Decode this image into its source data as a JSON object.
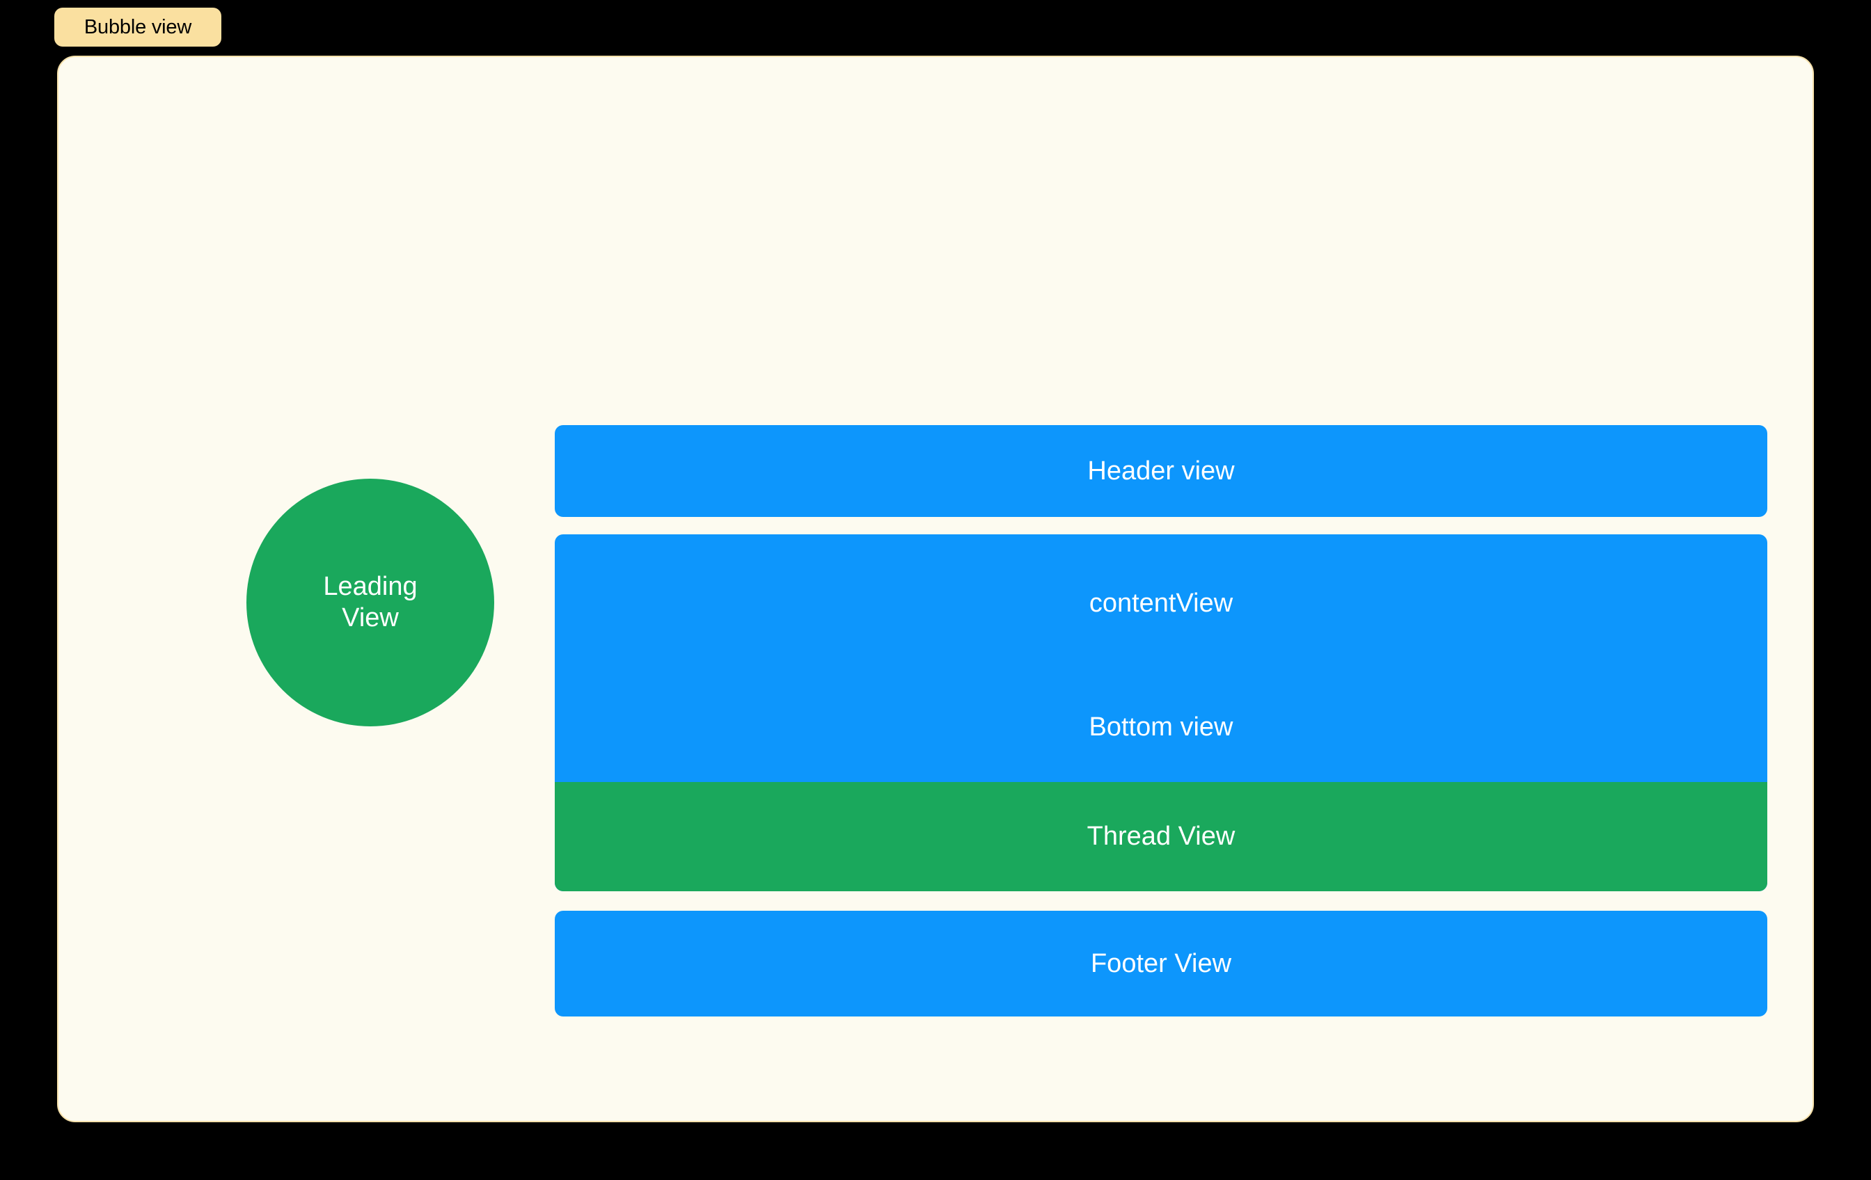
{
  "page": {
    "background_color": "#000000",
    "annotation_label": "Bubble view"
  },
  "palette": {
    "page_background": "#000000",
    "badge_background": "#FAE0A0",
    "badge_text": "#000000",
    "container_background": "#FDFBF0",
    "container_border": "#F6E1AB",
    "blue": "#0D96FC",
    "green": "#1AA85C",
    "on_color_text": "#FFFFFF"
  },
  "bubble": {
    "leading_view": {
      "label_line_1": "Leading",
      "label_line_2": "View",
      "shape": "circle",
      "color": "#1AA85C"
    },
    "blocks": [
      {
        "id": "header-view",
        "label": "Header view",
        "color": "#0D96FC",
        "shape": "rounded-rect"
      },
      {
        "id": "content-view",
        "label": "contentView",
        "color": "#0D96FC",
        "shape": "rounded-rect",
        "children": [
          {
            "id": "bottom-view",
            "label": "Bottom view",
            "color": "#0D96FC"
          },
          {
            "id": "thread-view",
            "label": "Thread View",
            "color": "#1AA85C"
          }
        ]
      },
      {
        "id": "footer-view",
        "label": "Footer View",
        "color": "#0D96FC",
        "shape": "rounded-rect"
      }
    ]
  }
}
